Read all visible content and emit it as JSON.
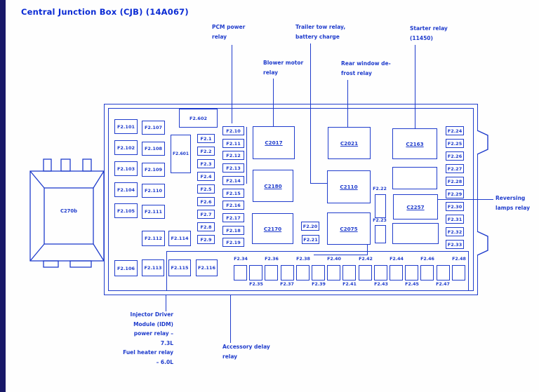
{
  "title": "Central Junction Box (CJB) (14A067)",
  "colors": {
    "diagram_blue": "#1f3ccc",
    "title_blue": "#0b2bd4",
    "left_bar": "#181868",
    "background": "#fefefe"
  },
  "callouts": {
    "pcm_power_relay": {
      "lines": [
        "PCM power",
        "relay"
      ]
    },
    "blower_motor_relay": {
      "lines": [
        "Blower motor",
        "relay"
      ]
    },
    "trailer_tow_relay": {
      "lines": [
        "Trailer tow relay,",
        "battery charge"
      ]
    },
    "rear_window_defrost_relay": {
      "lines": [
        "Rear window de-",
        "frost relay"
      ]
    },
    "starter_relay": {
      "lines": [
        "Starter relay",
        "(11450)"
      ]
    },
    "reversing_lamps_relay": {
      "lines": [
        "Reversing",
        "lamps relay"
      ]
    },
    "injector_driver_module": {
      "lines": [
        "Injector Driver",
        "Module (IDM)",
        "power relay –",
        "7.3L",
        "Fuel heater relay",
        "– 6.0L"
      ]
    },
    "accessory_delay_relay": {
      "lines": [
        "Accessory delay",
        "relay"
      ]
    }
  },
  "connector": {
    "label": "C270b"
  },
  "relays": {
    "labels": [
      "C2017",
      "C2180",
      "C2170",
      "C2021",
      "C2110",
      "C2075",
      "C2163",
      "C2257"
    ]
  },
  "fuses": {
    "left_col1": [
      "F2.101",
      "F2.102",
      "F2.103",
      "F2.104",
      "F2.105"
    ],
    "left_col2": [
      "F2.107",
      "F2.108",
      "F2.109",
      "F2.110",
      "F2.111"
    ],
    "offset_row": [
      "F2.112",
      "F2.114"
    ],
    "bottom_left_row": [
      "F2.106",
      "F2.113"
    ],
    "subpanel_row": [
      "F2.115",
      "F2.116"
    ],
    "maxi": [
      "F2.602",
      "F2.601"
    ],
    "col_a": [
      "F2.1",
      "F2.2",
      "F2.3",
      "F2.4",
      "F2.5",
      "F2.6",
      "F2.7",
      "F2.8",
      "F2.9"
    ],
    "col_b": [
      "F2.10",
      "F2.11",
      "F2.12",
      "F2.13",
      "F2.14",
      "F2.15",
      "F2.16",
      "F2.17",
      "F2.18",
      "F2.19"
    ],
    "mid_pair": [
      "F2.20",
      "F2.21"
    ],
    "side_pair": [
      "F2.22",
      "F2.23"
    ],
    "right_col": [
      "F2.24",
      "F2.25",
      "F2.26",
      "F2.27",
      "F2.28",
      "F2.29",
      "F2.30",
      "F2.31",
      "F2.32",
      "F2.33"
    ],
    "bottom_row_upper": [
      "F2.34",
      "F2.36",
      "F2.38",
      "F2.40",
      "F2.42",
      "F2.44",
      "F2.46",
      "F2.48"
    ],
    "bottom_row_lower": [
      "F2.35",
      "F2.37",
      "F2.39",
      "F2.41",
      "F2.43",
      "F2.45",
      "F2.47"
    ]
  }
}
